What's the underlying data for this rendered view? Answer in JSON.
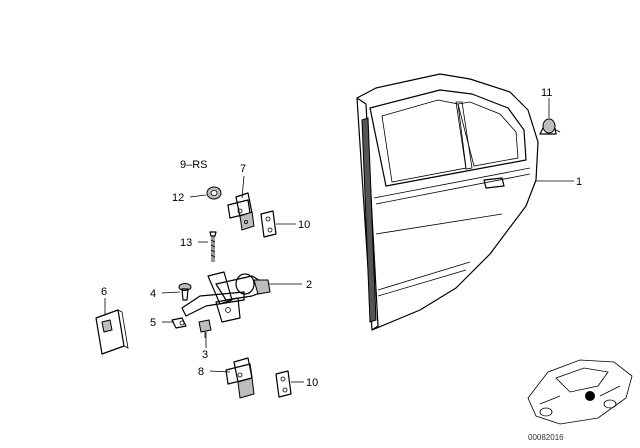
{
  "callouts": {
    "c1": "1",
    "c2": "2",
    "c3": "3",
    "c4": "4",
    "c5": "5",
    "c6": "6",
    "c7": "7",
    "c8": "8",
    "c9": "9–RS",
    "c10a": "10",
    "c10b": "10",
    "c11": "11",
    "c12": "12",
    "c13": "13"
  },
  "reference_code": "00082016"
}
